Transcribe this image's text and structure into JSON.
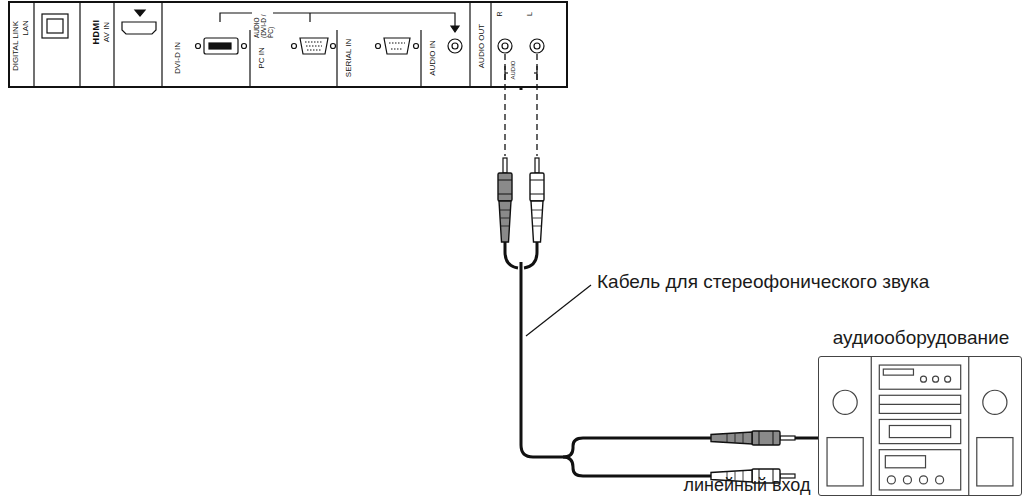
{
  "diagram": {
    "nodes": [
      {
        "text": [
          "DIGITAL LINK",
          "LAN",
          "HDMI",
          "AV IN",
          "DVI-D IN",
          "AUDIO (DVI-D / PC)",
          "PC IN",
          "SERIAL IN",
          "AUDIO IN",
          "AUDIO OUT",
          "R",
          "AUDIO",
          "L"
        ]
      },
      {
        "text": [
          "аудиооборудование"
        ]
      }
    ],
    "edges": [
      {
        "from": 0,
        "to": 1,
        "arrow": "none",
        "label": "Кабель для стереофонического звука"
      }
    ],
    "labels": [
      "линейный вход"
    ]
  }
}
